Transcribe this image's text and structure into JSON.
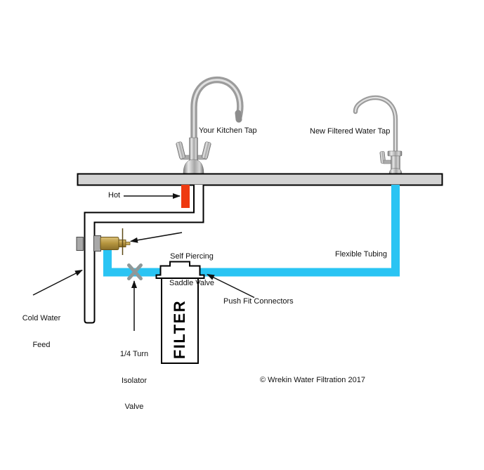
{
  "labels": {
    "kitchen_tap": "Your Kitchen Tap",
    "filtered_tap": "New Filtered Water Tap",
    "hot": "Hot",
    "saddle_valve": [
      "Self Piercing",
      "Saddle Valve"
    ],
    "flexible_tubing": "Flexible Tubing",
    "cold_feed": [
      "Cold Water",
      "Feed"
    ],
    "isolator": [
      "1/4 Turn",
      "Isolator",
      "Valve"
    ],
    "push_fit": "Push Fit Connectors",
    "filter": "FILTER",
    "copyright": "© Wrekin Water Filtration 2017"
  },
  "colors": {
    "countertop": "#d3d3d3",
    "hot_pipe": "#ee3a11",
    "flexible_tubing": "#2ac4f3",
    "brass_valve": "#bb9a44",
    "isolator_x": "#8e9898",
    "pipe_outline": "#000000"
  }
}
